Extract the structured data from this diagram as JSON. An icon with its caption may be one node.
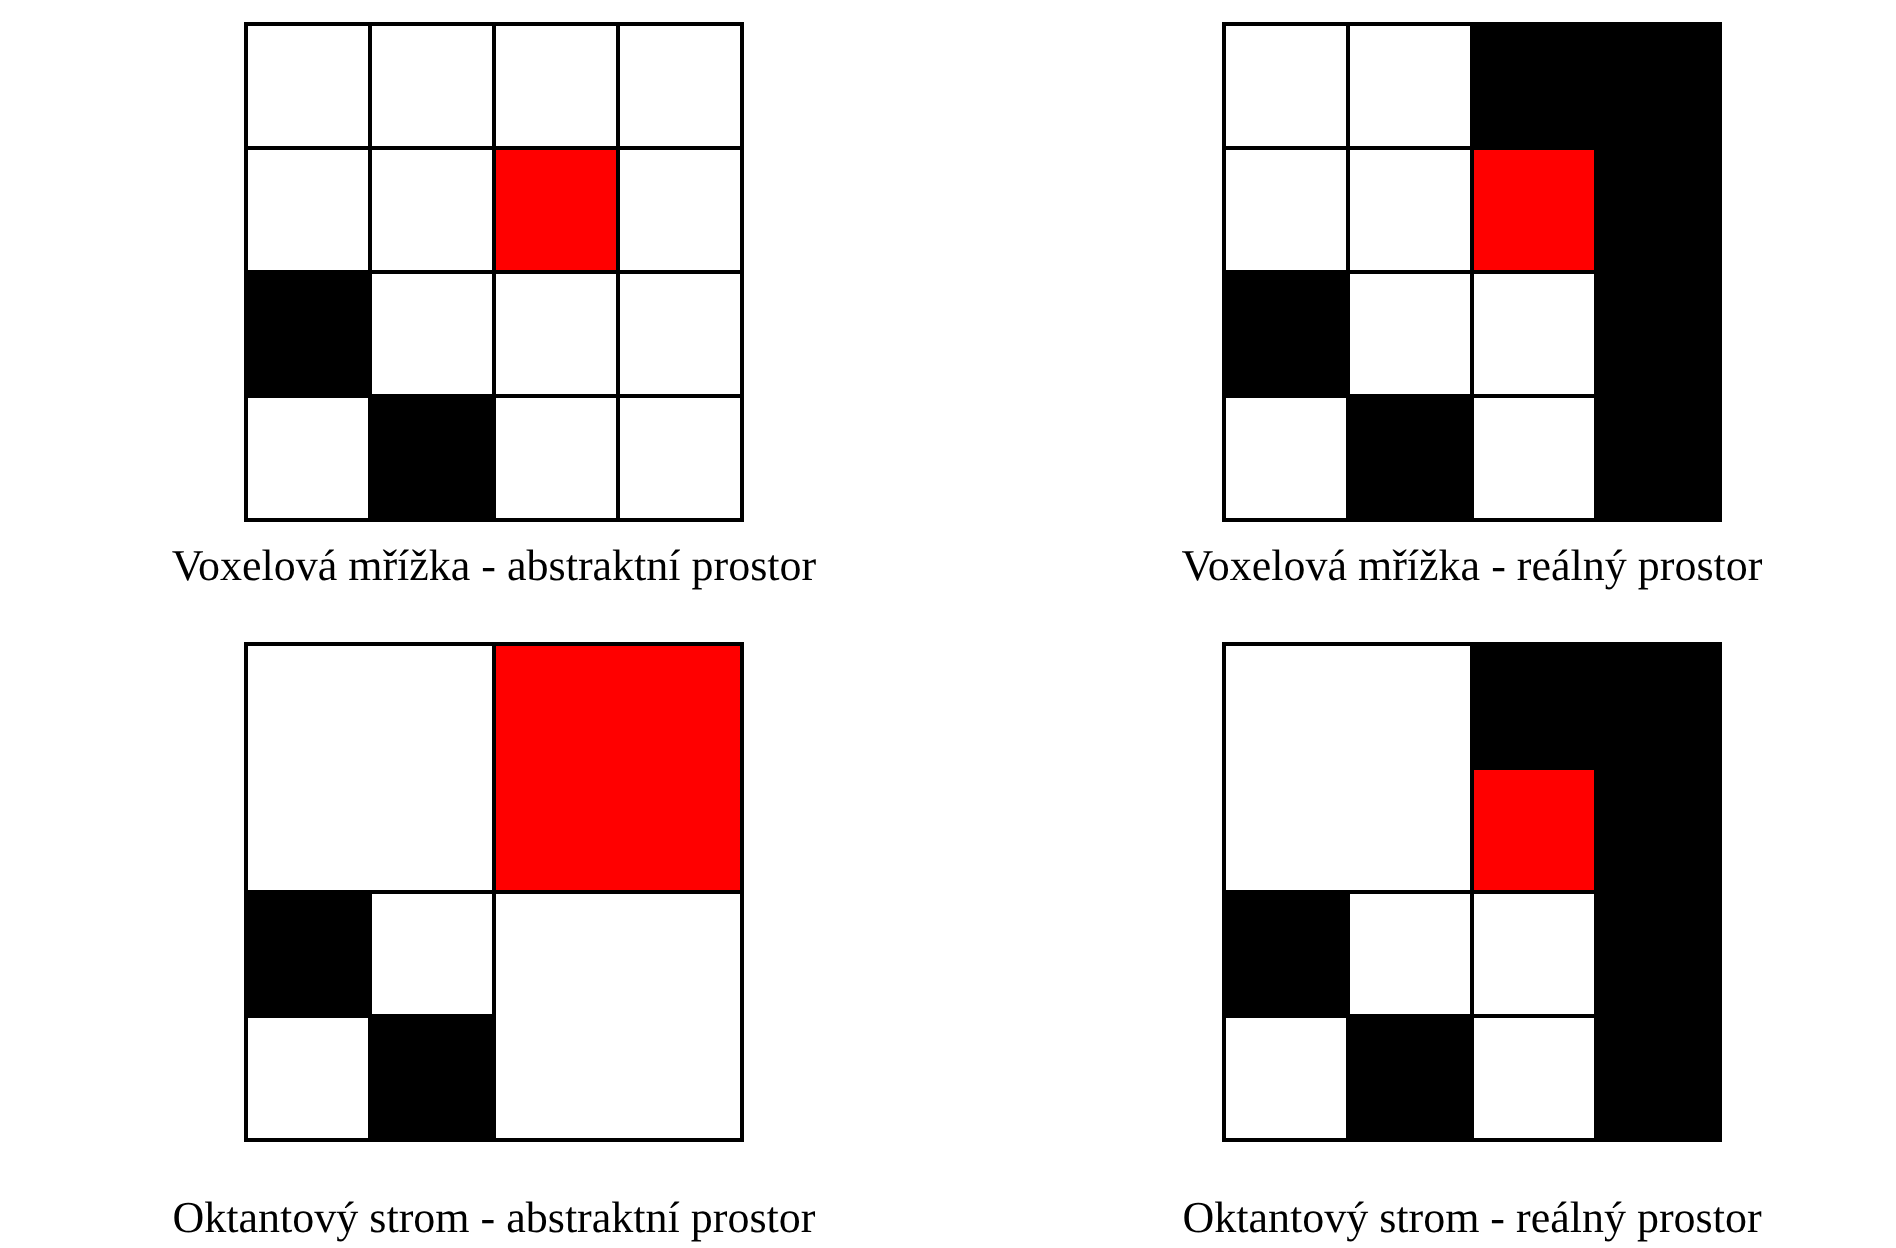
{
  "diagram": {
    "labels": [
      "Voxelová mřížka - abstraktní prostor",
      "Voxelová mřížka - reálný prostor",
      "Oktantový strom - abstraktní prostor",
      "Oktantový strom - reálný prostor"
    ]
  }
}
